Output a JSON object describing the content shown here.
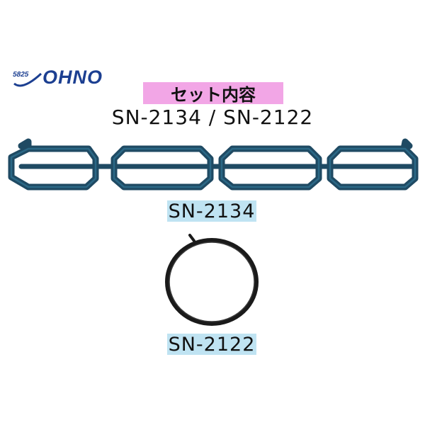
{
  "logo": {
    "number": "5825",
    "brand": "OHNO"
  },
  "header": {
    "title": "セット内容",
    "subtitle": "SN-2134 / SN-2122"
  },
  "parts": [
    {
      "code": "SN-2134"
    },
    {
      "code": "SN-2122"
    }
  ],
  "colors": {
    "brand": "#1c3f91",
    "title_bg": "#f2a6e6",
    "label_bg": "#bfe3f2",
    "gasket_blue": "#1f4a63",
    "gasket_black": "#1a1a1a"
  }
}
